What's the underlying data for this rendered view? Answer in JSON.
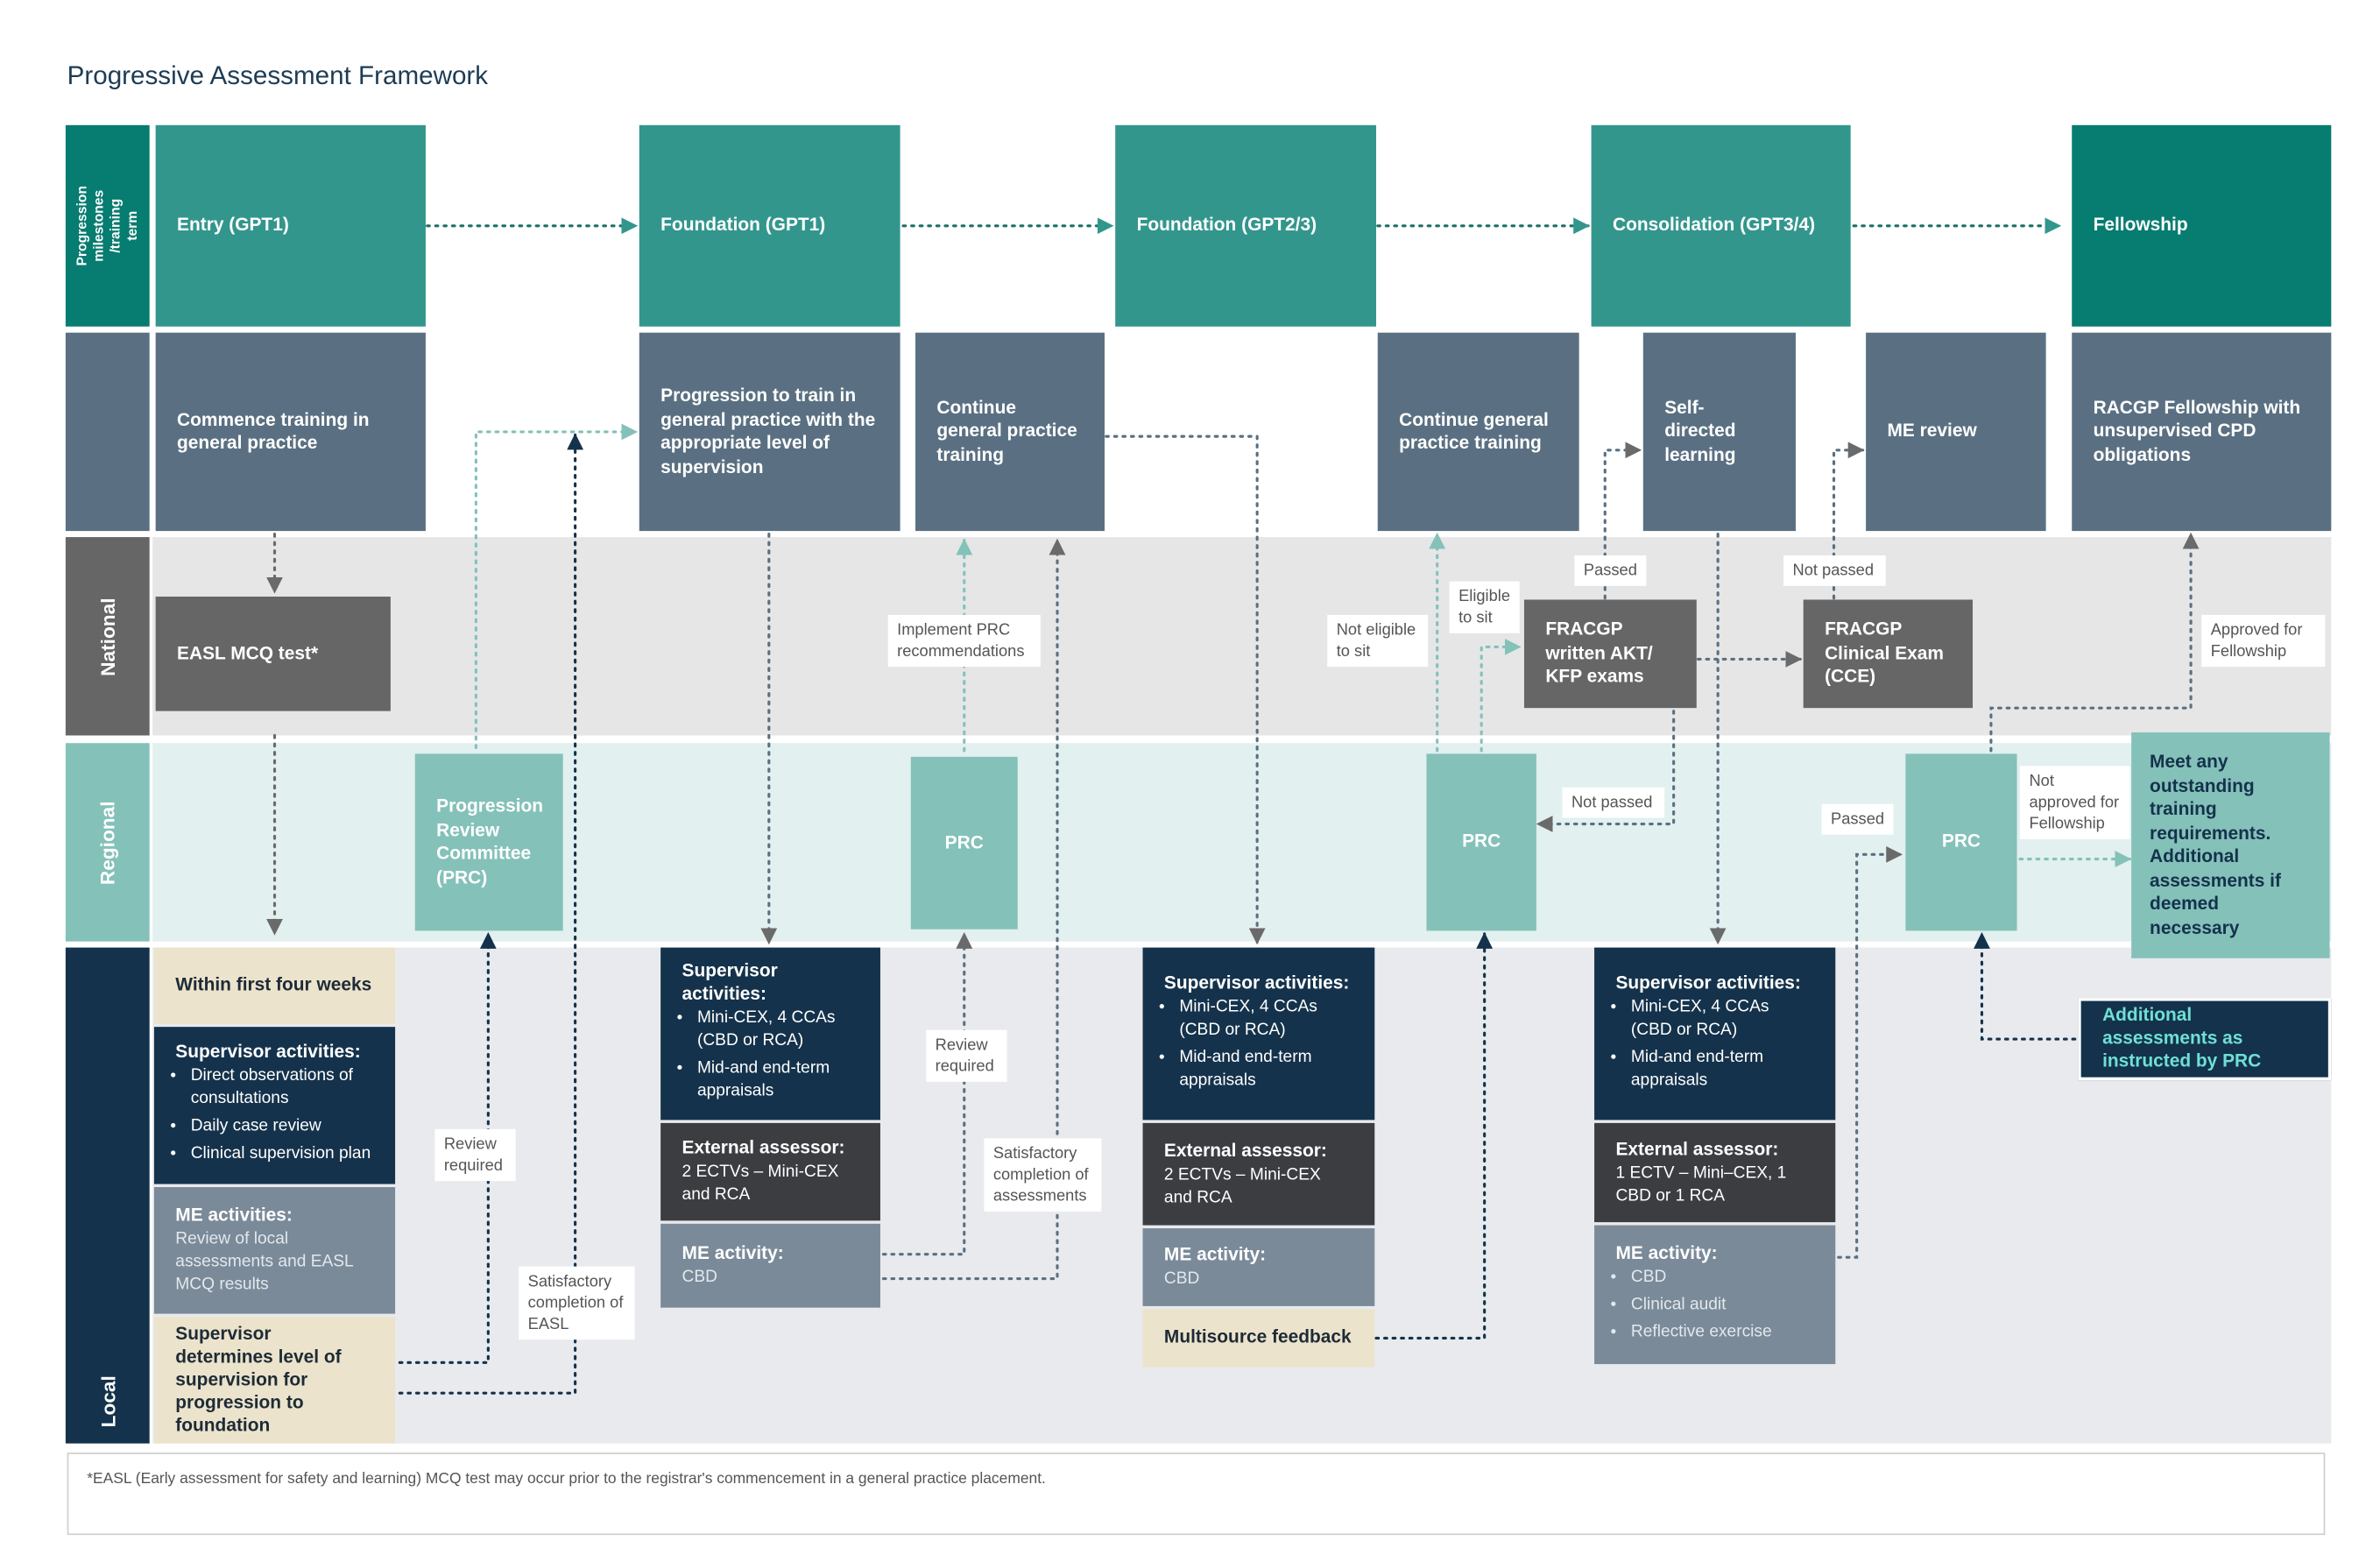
{
  "title": "Progressive Assessment Framework",
  "rows": {
    "milestones": "Progression milestones /training term",
    "national": "National",
    "regional": "Regional",
    "local": "Local"
  },
  "milestones": [
    "Entry (GPT1)",
    "Foundation (GPT1)",
    "Foundation (GPT2/3)",
    "Consolidation (GPT3/4)",
    "Fellowship"
  ],
  "outcomes": {
    "commence": "Commence training in general practice",
    "progression": "Progression to train in general practice with the appropriate level of supervision",
    "continue1": "Continue general practice training",
    "continue2": "Continue general practice training",
    "self_directed": "Self-directed learning",
    "me_review": "ME review",
    "racgp": "RACGP Fellowship with unsupervised CPD obligations"
  },
  "national": {
    "easl": "EASL MCQ test*",
    "akt": "FRACGP written AKT/ KFP exams",
    "cce": "FRACGP Clinical Exam (CCE)"
  },
  "regional": {
    "prc_full": "Progression Review Committee (PRC)",
    "prc": "PRC",
    "meet": "Meet any outstanding training requirements. Additional assessments if deemed necessary"
  },
  "local": {
    "within": "Within first four weeks",
    "sup1_h": "Supervisor activities:",
    "sup1": [
      "Direct observations of consultations",
      "Daily case review",
      "Clinical supervision plan"
    ],
    "me1_h": "ME activities:",
    "me1": "Review of local assessments and EASL MCQ results",
    "determines": "Supervisor determines level of supervision for progression to foundation",
    "sup2_h": "Supervisor activities:",
    "sup2": [
      "Mini-CEX, 4 CCAs (CBD or RCA)",
      "Mid-and end-term appraisals"
    ],
    "ext2_h": "External assessor:",
    "ext2": "2 ECTVs – Mini-CEX and RCA",
    "me2_h": "ME activity:",
    "me2": "CBD",
    "sup3_h": "Supervisor activities:",
    "sup3": [
      "Mini-CEX, 4 CCAs (CBD or RCA)",
      "Mid-and end-term appraisals"
    ],
    "ext3_h": "External assessor:",
    "ext3": "2 ECTVs – Mini-CEX and RCA",
    "me3_h": "ME activity:",
    "me3": "CBD",
    "msf": "Multisource feedback",
    "sup4_h": "Supervisor activities:",
    "sup4": [
      "Mini-CEX, 4 CCAs (CBD or RCA)",
      "Mid-and end-term appraisals"
    ],
    "ext4_h": "External assessor:",
    "ext4": "1 ECTV – Mini–CEX, 1 CBD or 1 RCA",
    "me4_h": "ME activity:",
    "me4": [
      "CBD",
      "Clinical audit",
      "Reflective exercise"
    ],
    "additional": "Additional assessments as instructed by PRC"
  },
  "labels": {
    "review_required_1": "Review required",
    "satisfactory_easl": "Satisfactory completion of EASL",
    "implement_prc": "Implement PRC recommendations",
    "review_required_2": "Review required",
    "satisfactory_assess": "Satisfactory completion of assessments",
    "not_eligible": "Not eligible to sit",
    "eligible": "Eligible to sit",
    "passed_1": "Passed",
    "not_passed_1": "Not passed",
    "not_passed_2": "Not passed",
    "passed_2": "Passed",
    "approved": "Approved for Fellowship",
    "not_approved": "Not approved for Fellowship"
  },
  "footnote": "*EASL (Early assessment for safety and learning) MCQ test may occur prior to the registrar's commencement in a general practice placement.",
  "colors": {
    "milestone": "#33968d",
    "fellowship": "#077c70",
    "outcome": "#5a7082",
    "national_band": "#e6e6e6",
    "regional_band": "#e2f0ef",
    "local_band": "#e8eaed",
    "navy": "#14324b",
    "prc": "#84c1b9",
    "cream": "#ece3cc"
  }
}
